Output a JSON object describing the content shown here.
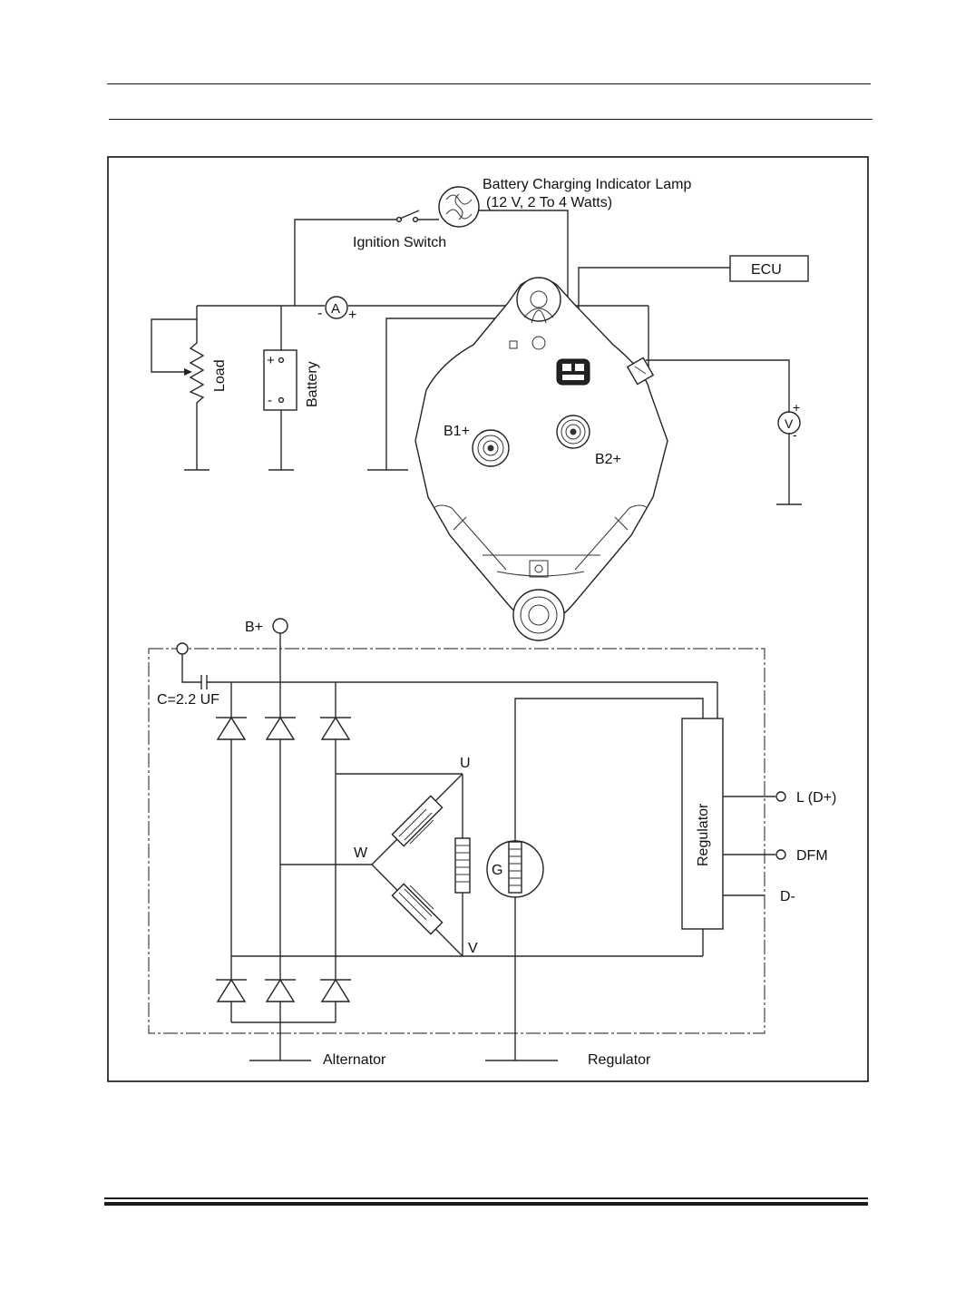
{
  "labels": {
    "lamp_title": "Battery Charging Indicator Lamp",
    "lamp_spec": "(12 V, 2 To 4 Watts)",
    "ignition_switch": "Ignition Switch",
    "ecu": "ECU",
    "ammeter_symbol": "A",
    "ammeter_minus": "-",
    "ammeter_plus": "+",
    "load": "Load",
    "battery": "Battery",
    "battery_plus": "+",
    "battery_minus": "-",
    "voltmeter_symbol": "V",
    "voltmeter_plus": "+",
    "voltmeter_minus": "-",
    "b1_plus": "B1+",
    "b2_plus": "B2+",
    "b_plus": "B+",
    "capacitor": "C=2.2 UF",
    "phase_u": "U",
    "phase_w": "W",
    "phase_v": "V",
    "field_g": "G",
    "regulator_box": "Regulator",
    "terminal_l": "L (D+)",
    "terminal_dfm": "DFM",
    "terminal_d_minus": "D-",
    "ground_alternator": "Alternator",
    "ground_regulator": "Regulator"
  }
}
